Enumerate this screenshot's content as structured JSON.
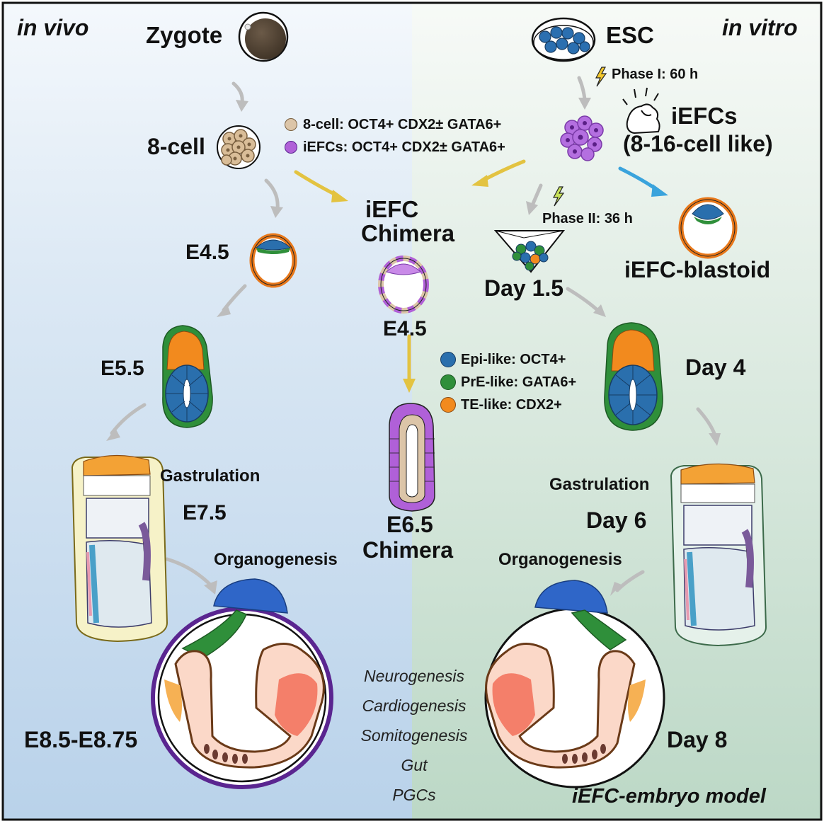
{
  "sides": {
    "left": "in vivo",
    "right": "in vitro"
  },
  "palette": {
    "epi": "#2a6fad",
    "pre": "#2f8f3a",
    "te": "#f28a1e",
    "host": "#dcc5a8",
    "iefc": "#b060d8",
    "ring_purple": "#5a2590",
    "arrow_gray": "#bdbdbd",
    "arrow_yellow": "#e3c341",
    "arrow_blue": "#3aa3dc"
  },
  "labels": {
    "zygote": "Zygote",
    "esc": "ESC",
    "phase1": "Phase I: 60 h",
    "eight_cell": "8-cell",
    "iefcs_title": "iEFCs",
    "iefcs_sub": "(8-16-cell like)",
    "phase2": "Phase II: 36 h",
    "e45_left": "E4.5",
    "chimera_title_1": "iEFC",
    "chimera_title_2": "Chimera",
    "e45_mid": "E4.5",
    "day15": "Day 1.5",
    "blastoid": "iEFC-blastoid",
    "e55": "E5.5",
    "day4": "Day 4",
    "gastrulation_left": "Gastrulation",
    "e75": "E7.5",
    "e65_1": "E6.5",
    "e65_2": "Chimera",
    "gastrulation_right": "Gastrulation",
    "day6": "Day 6",
    "organogenesis_left": "Organogenesis",
    "organogenesis_right": "Organogenesis",
    "e85": "E8.5-E8.75",
    "day8": "Day 8",
    "model": "iEFC-embryo model"
  },
  "marker_legend": [
    {
      "text": "8-cell: OCT4+ CDX2± GATA6+",
      "color": "#dcc5a8"
    },
    {
      "text": "iEFCs: OCT4+ CDX2± GATA6+",
      "color": "#b060d8"
    }
  ],
  "lineage_legend": [
    {
      "text": "Epi-like: OCT4+",
      "color": "#2a6fad"
    },
    {
      "text": "PrE-like: GATA6+",
      "color": "#2f8f3a"
    },
    {
      "text": "TE-like: CDX2+",
      "color": "#f28a1e"
    }
  ],
  "processes": [
    "Neurogenesis",
    "Cardiogenesis",
    "Somitogenesis",
    "Gut",
    "PGCs"
  ]
}
